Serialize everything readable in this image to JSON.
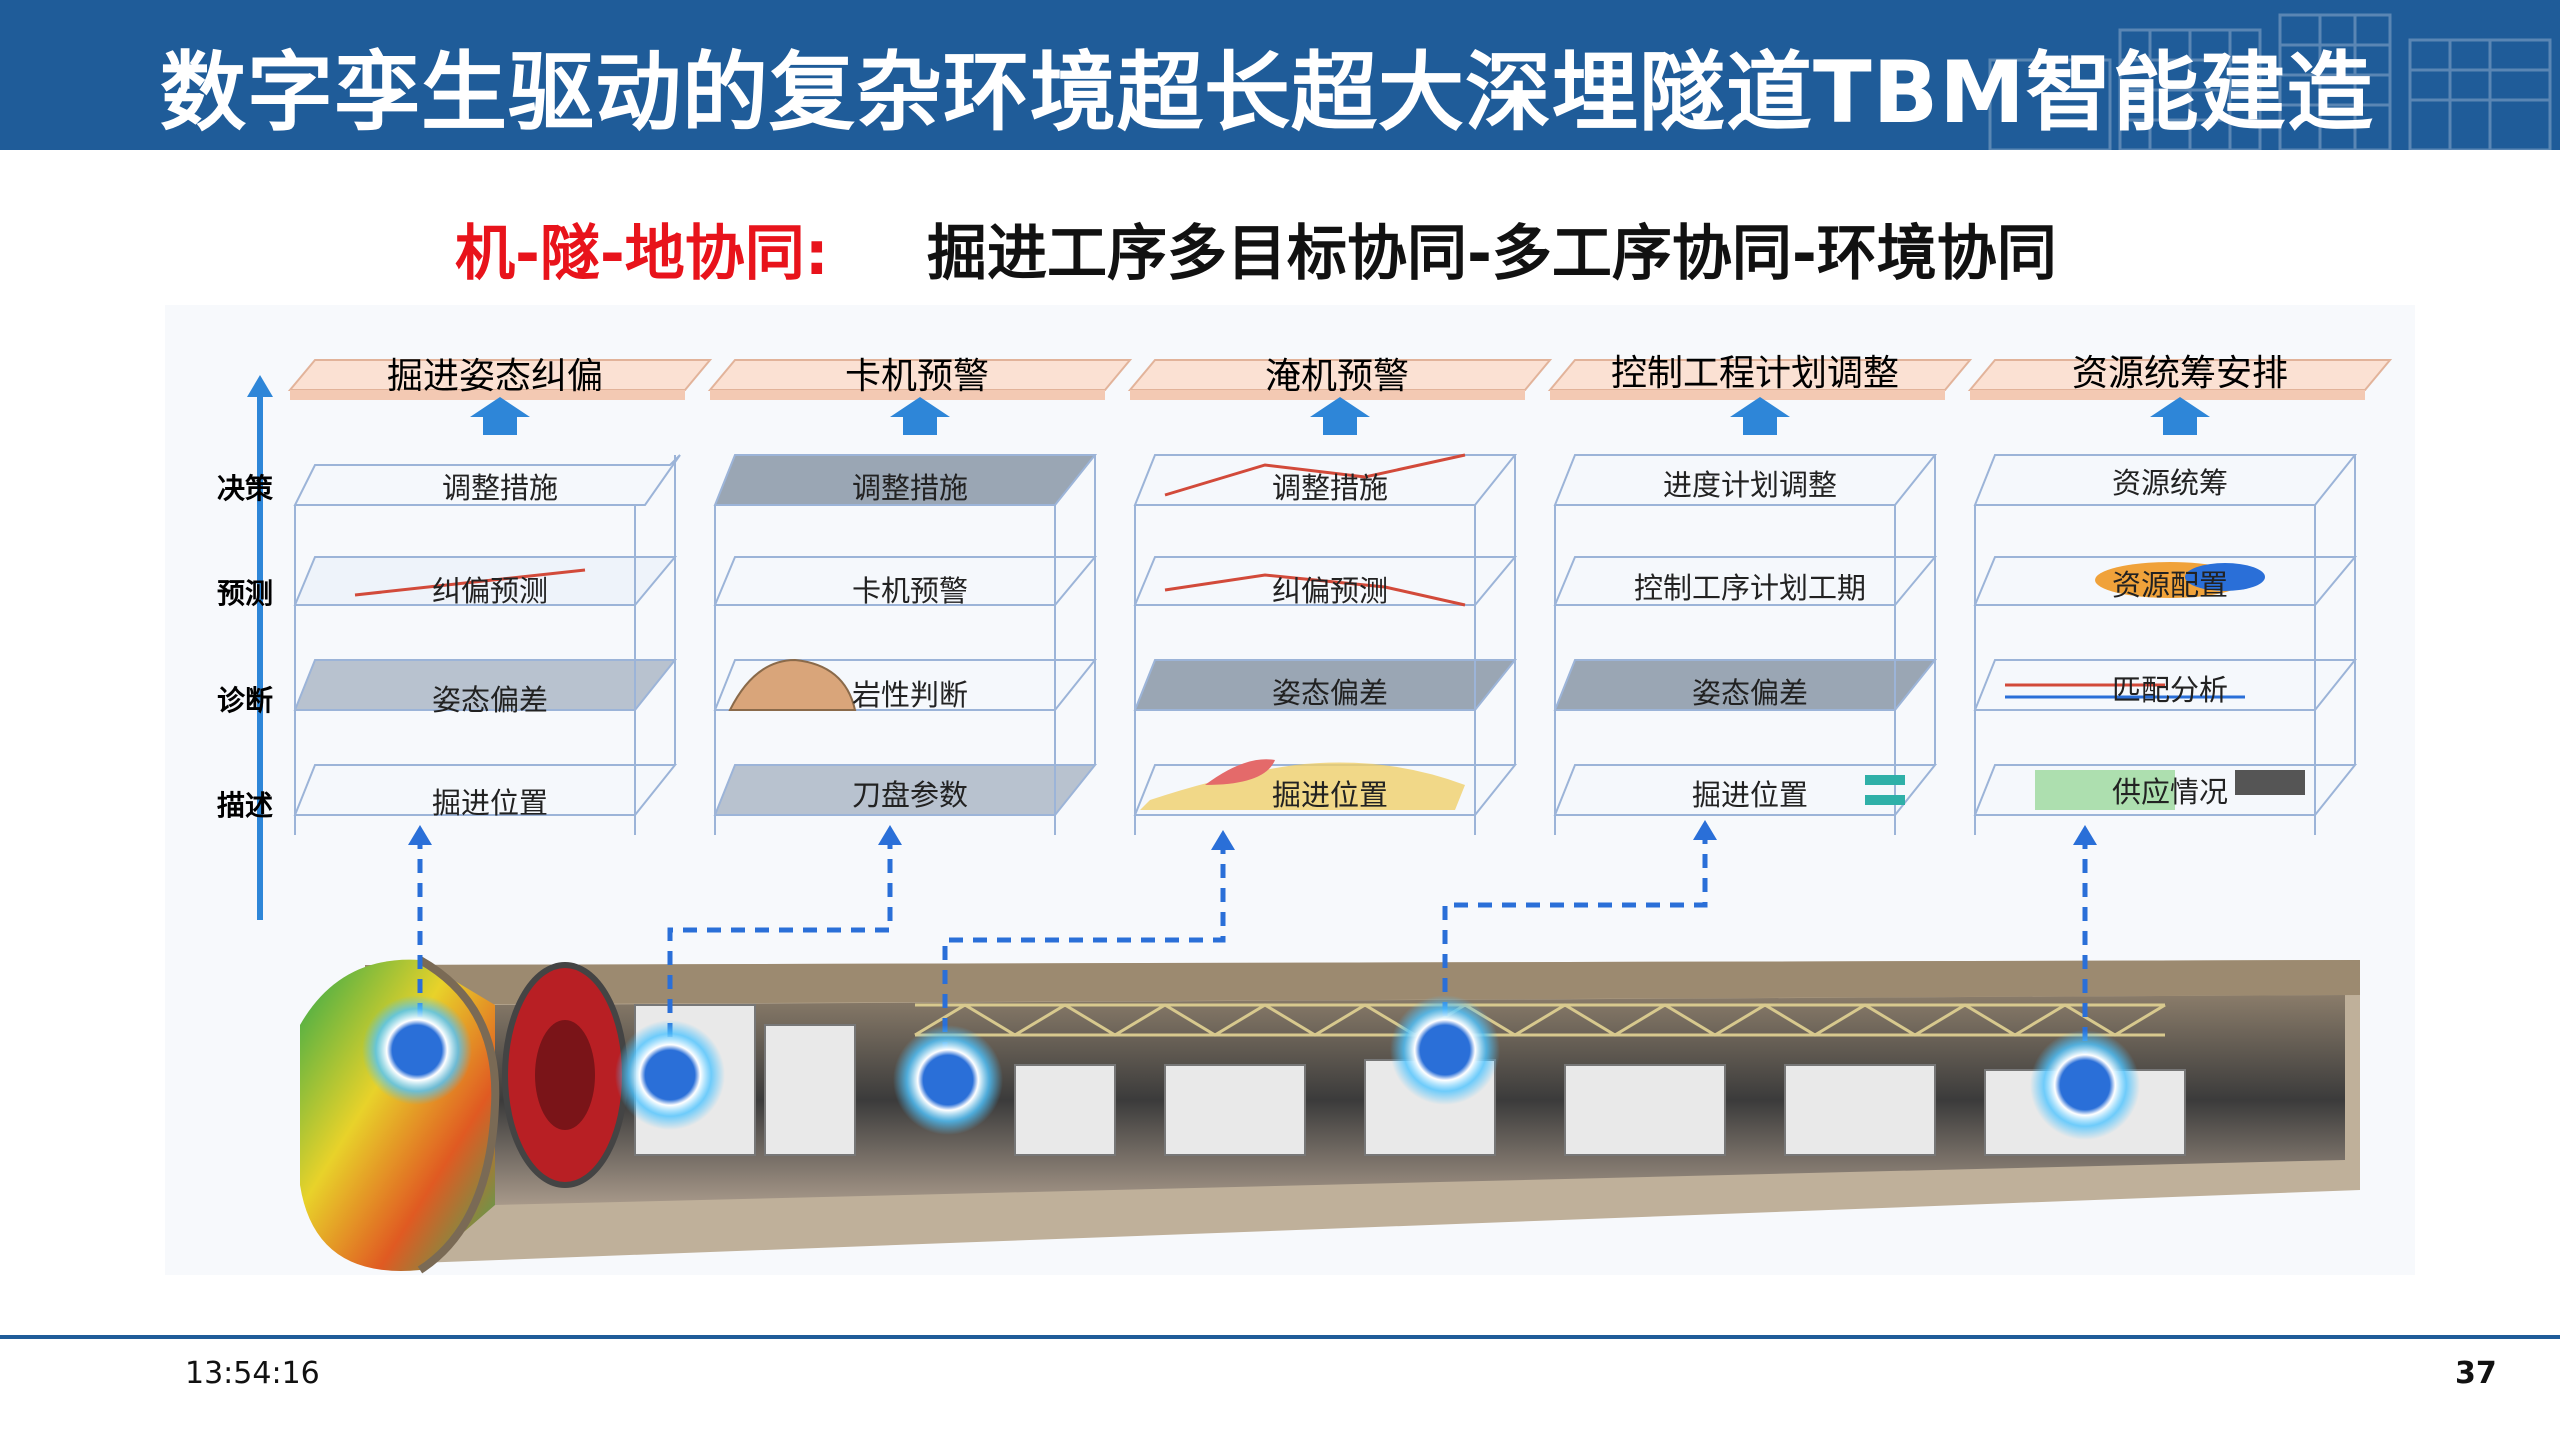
{
  "header": {
    "title": "数字孪生驱动的复杂环境超长超大深埋隧道TBM智能建造"
  },
  "subtitle": {
    "red_part": "机-隧-地协同:",
    "black_part": "掘进工序多目标协同-多工序协同-环境协同"
  },
  "row_labels": [
    "决策",
    "预测",
    "诊断",
    "描述"
  ],
  "columns": [
    {
      "title": "掘进姿态纠偏",
      "layers": [
        "调整措施",
        "纠偏预测",
        "姿态偏差",
        "掘进位置"
      ]
    },
    {
      "title": "卡机预警",
      "layers": [
        "调整措施",
        "卡机预警",
        "岩性判断",
        "刀盘参数"
      ]
    },
    {
      "title": "淹机预警",
      "layers": [
        "调整措施",
        "纠偏预测",
        "姿态偏差",
        "掘进位置"
      ]
    },
    {
      "title": "控制工程计划调整",
      "layers": [
        "进度计划调整",
        "控制工序计划工期",
        "姿态偏差",
        "掘进位置"
      ]
    },
    {
      "title": "资源统筹安排",
      "layers": [
        "资源统筹",
        "资源配置",
        "匹配分析",
        "供应情况"
      ]
    }
  ],
  "footer": {
    "time": "13:54:16",
    "page": "37"
  },
  "colors": {
    "header_bg": "#1f5c99",
    "accent_red": "#e8131b",
    "arrow_blue": "#2e86d8",
    "title_box": "#fbe1d3"
  }
}
